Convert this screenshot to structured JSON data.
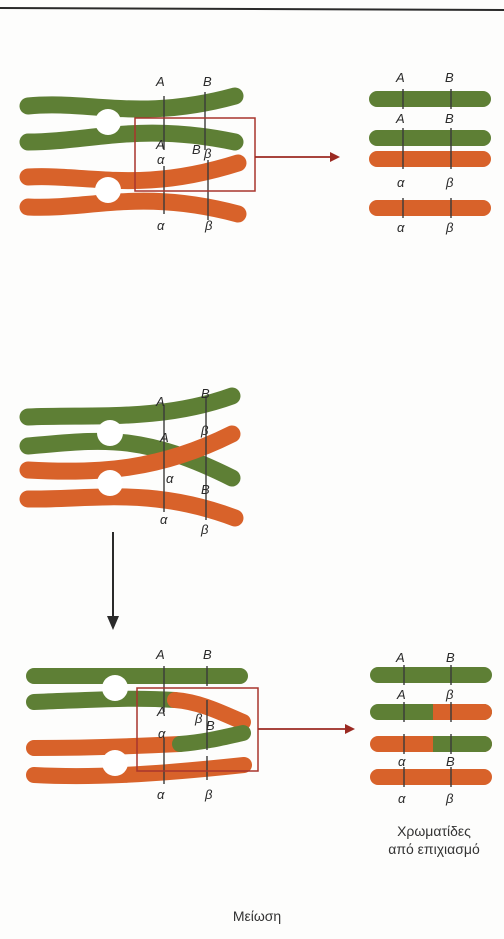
{
  "colors": {
    "green": "#5e7f35",
    "green_dark": "#405c20",
    "orange": "#d8622a",
    "orange_dark": "#a8451a",
    "arrow_red": "#9b2a22",
    "frame": "#a8352c",
    "top_rule": "#2a2a2a"
  },
  "labels": {
    "gene_A": "A",
    "gene_B": "B",
    "gene_a": "α",
    "gene_b": "β"
  },
  "caption": {
    "line1": "Χρωματίδες",
    "line2": "από επιχιασμό"
  },
  "title": "Μείωση"
}
